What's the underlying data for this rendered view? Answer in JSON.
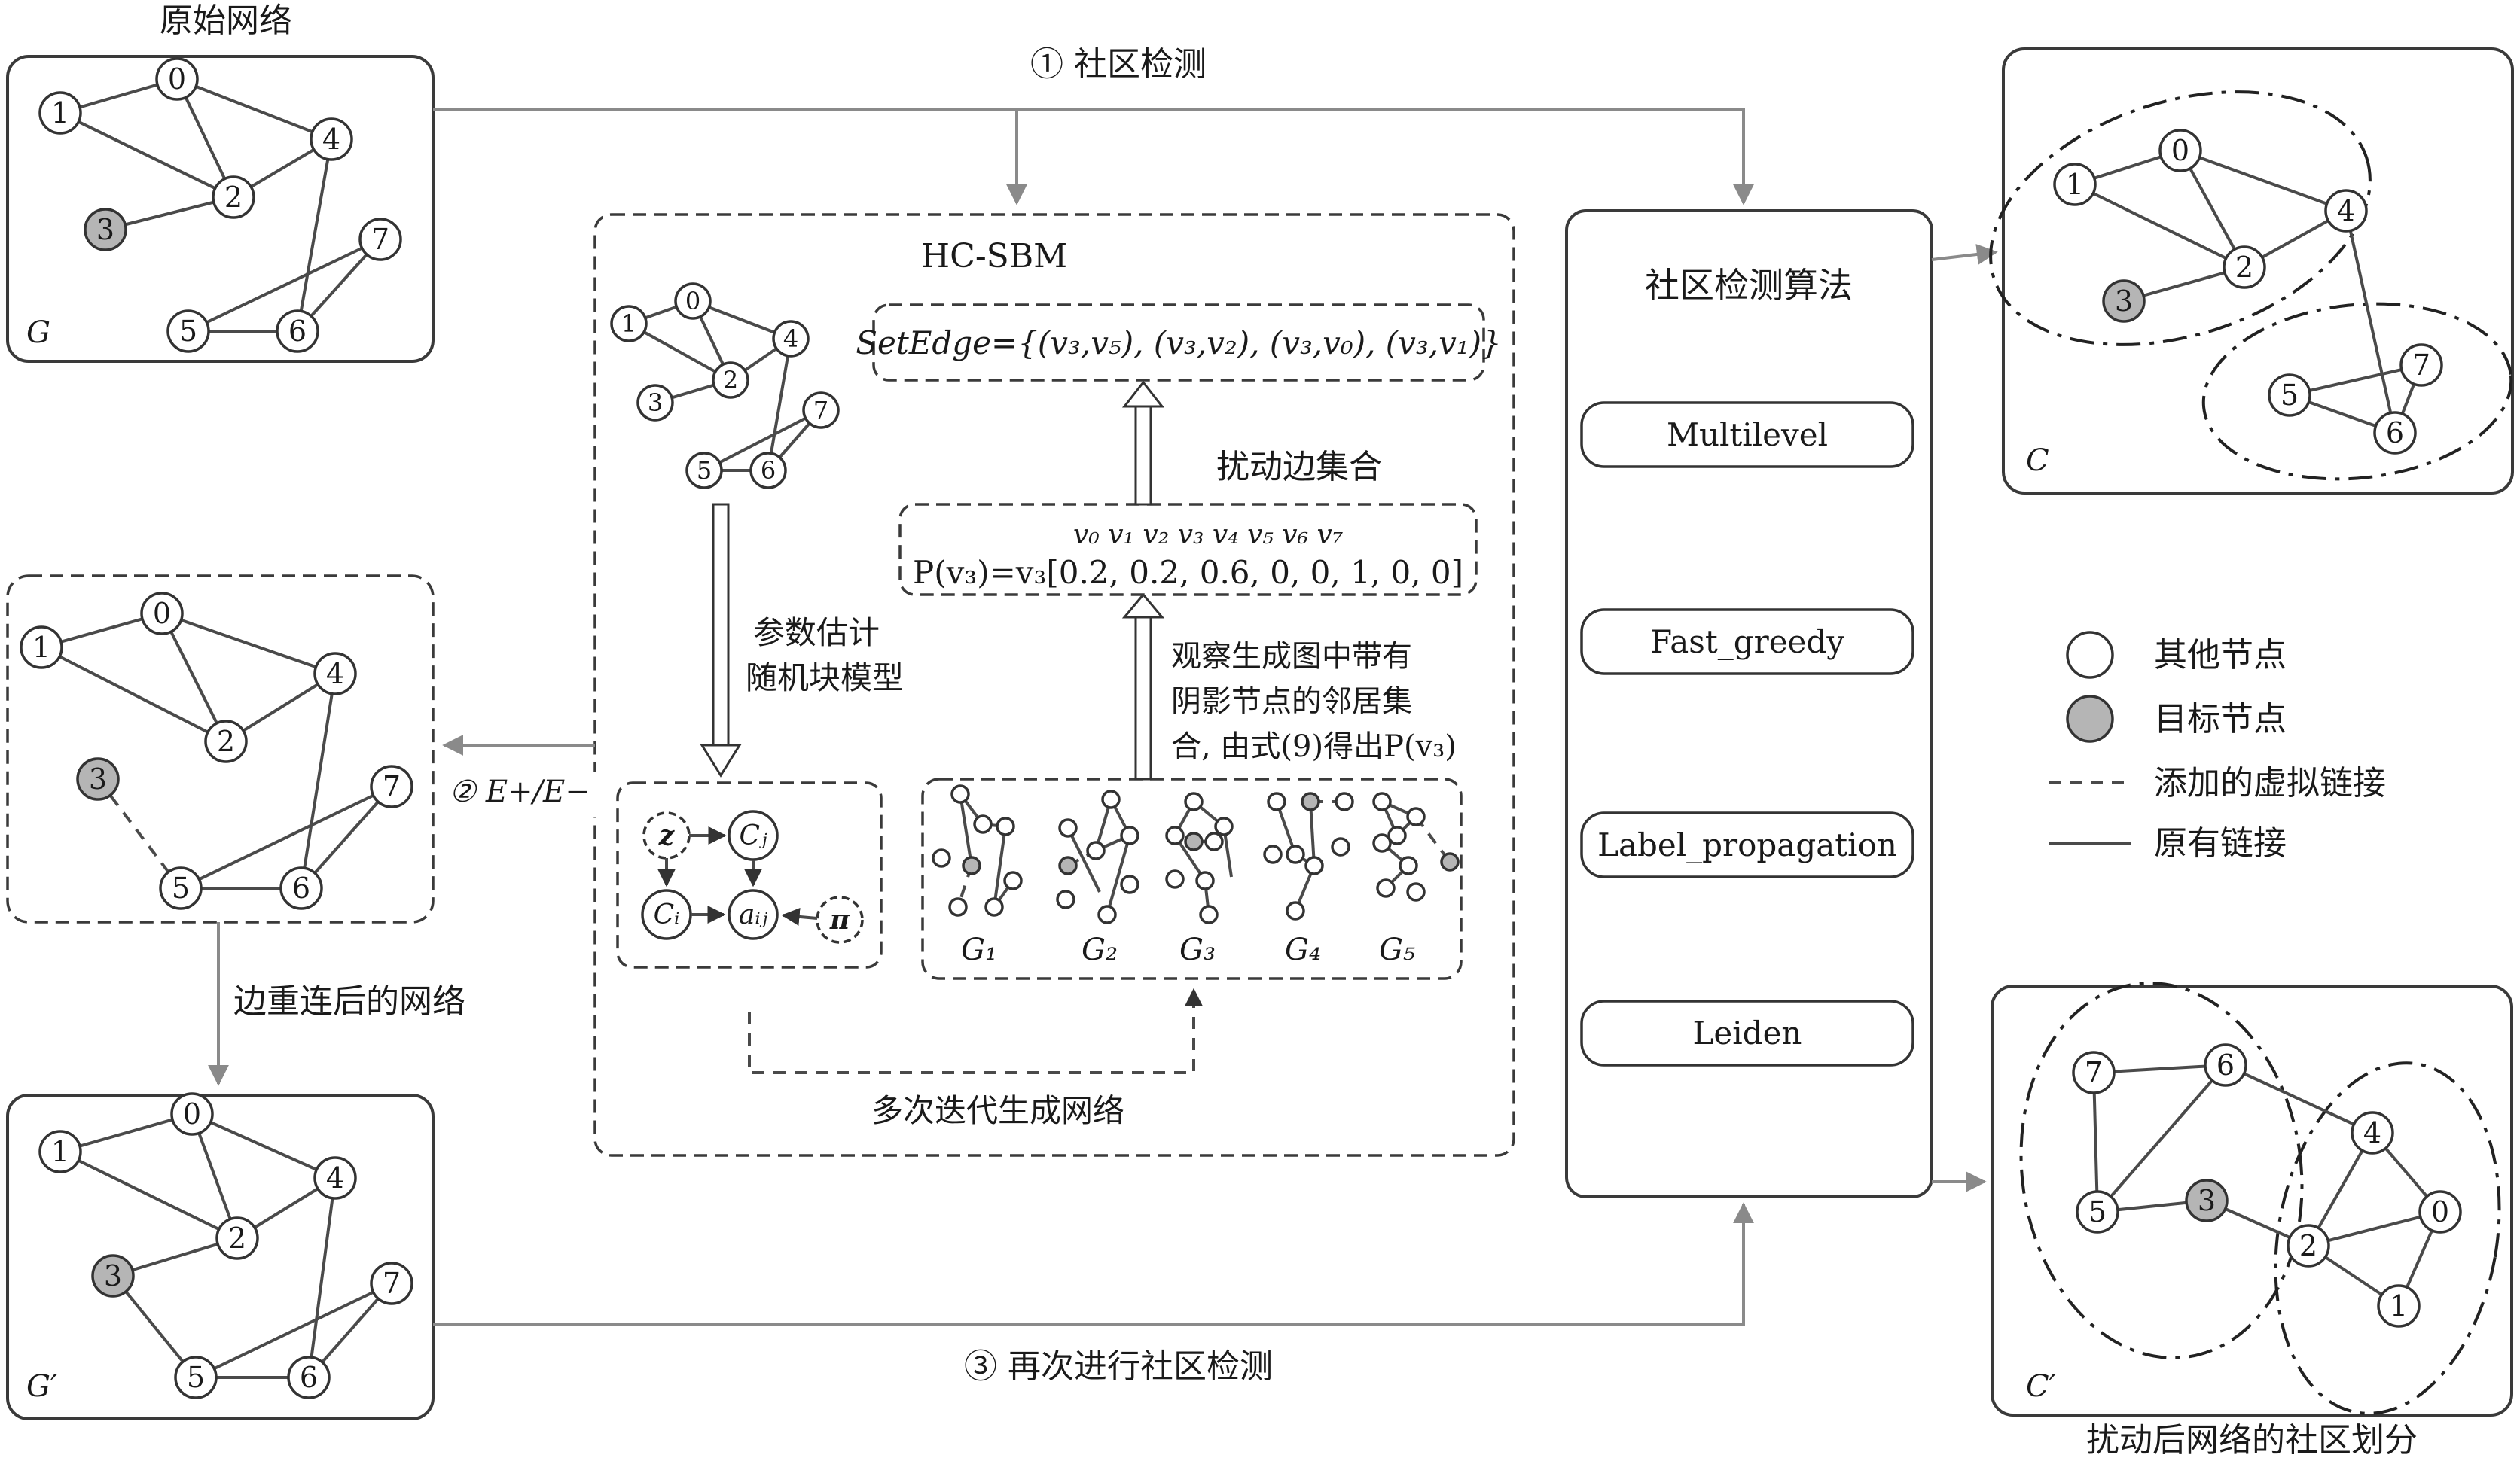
{
  "labels": {
    "original_network": "原始网络",
    "step1": "① 社区检测",
    "hcsbm": "HC-SBM",
    "setedge": "SetEdge={(v₃,v₅), (v₃,v₂), (v₃,v₀), (v₃,v₁)}",
    "perturb_set": "扰动边集合",
    "prob_header": "v₀   v₁   v₂  v₃  v₄  v₅  v₆  v₇",
    "prob_row": "P(v₃)=v₃[0.2, 0.2, 0.6, 0, 0, 1, 0, 0]",
    "observe": [
      "观察生成图中带有",
      "阴影节点的邻居集",
      "合, 由式(9)得出P(v₃)"
    ],
    "param_est": [
      "参数估计",
      "随机块模型"
    ],
    "step2": "② E+/E−",
    "rewired": "边重连后的网络",
    "iterate": "多次迭代生成网络",
    "step3": "③ 再次进行社区检测",
    "community_algos_title": "社区检测算法",
    "result_caption": "扰动后网络的社区划分"
  },
  "algorithms": [
    "Multilevel",
    "Fast_greedy",
    "Label_propagation",
    "Leiden"
  ],
  "legend": [
    "其他节点",
    "目标节点",
    "添加的虚拟链接",
    "原有链接"
  ],
  "graph_labels": {
    "G": "G",
    "C": "C",
    "Gp": "G′",
    "Cp": "C′"
  },
  "generated_graphs": [
    "G₁",
    "G₂",
    "G₃",
    "G₄",
    "G₅"
  ],
  "model_nodes": {
    "z": "z",
    "cj": "Cⱼ",
    "ci": "Cᵢ",
    "aij": "aᵢⱼ",
    "pi": "π"
  },
  "nodes": [
    "0",
    "1",
    "2",
    "3",
    "4",
    "5",
    "6",
    "7"
  ],
  "colors": {
    "target_node": "#b5b5b5",
    "flow_arrow": "#8a8a8a",
    "edge": "#4a4a4a"
  }
}
